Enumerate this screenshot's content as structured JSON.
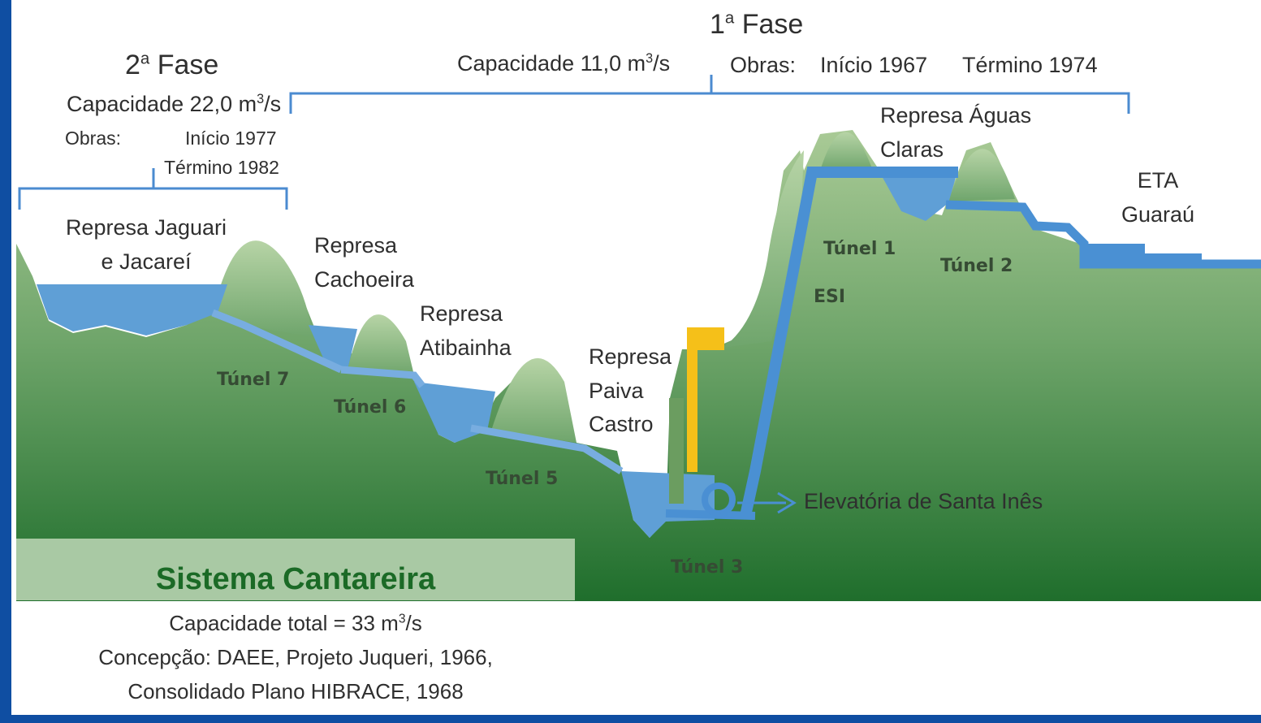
{
  "phase2": {
    "title_num": "2",
    "title_sup": "a",
    "title_word": "Fase",
    "capacity_text": "Capacidade 22,0 m",
    "capacity_exp": "3",
    "capacity_unit": "/s",
    "works_label": "Obras:",
    "start": "Início 1977",
    "end": "Término 1982"
  },
  "phase1": {
    "title_num": "1",
    "title_sup": "a",
    "title_word": "Fase",
    "capacity_text": "Capacidade 11,0 m",
    "capacity_exp": "3",
    "capacity_unit": "/s",
    "works_label": "Obras:",
    "start": "Início 1967",
    "end": "Término 1974"
  },
  "reservoirs": {
    "jaguari_line1": "Represa Jaguari",
    "jaguari_line2": "e Jacareí",
    "cachoeira_line1": "Represa",
    "cachoeira_line2": "Cachoeira",
    "atibainha_line1": "Represa",
    "atibainha_line2": "Atibainha",
    "paiva_line1": "Represa",
    "paiva_line2": "Paiva",
    "paiva_line3": "Castro",
    "aguas_line1": "Represa Águas",
    "aguas_line2": "Claras",
    "eta_line1": "ETA",
    "eta_line2": "Guaraú"
  },
  "tunnels": {
    "t1": "Túnel 1",
    "t2": "Túnel 2",
    "t3": "Túnel 3",
    "t5": "Túnel 5",
    "t6": "Túnel 6",
    "t7": "Túnel 7",
    "esi": "ESI"
  },
  "pump_station": "Elevatória de Santa Inês",
  "summary": {
    "title": "Sistema Cantareira",
    "capacity_text": "Capacidade total = 33 m",
    "capacity_exp": "3",
    "capacity_unit": "/s",
    "line2": "Concepção: DAEE, Projeto Juqueri, 1966,",
    "line3": "Consolidado Plano HIBRACE, 1968"
  },
  "colors": {
    "frame": "#0f4ea2",
    "water": "#5f9fd6",
    "tube": "#4a90d3",
    "ground_light": "#a7c895",
    "ground_dark": "#1f6e2c",
    "bracket": "#4b8bd0",
    "tower": "#f5c019",
    "title_green": "#1b6a26"
  },
  "icons": [
    "pump-icon",
    "arrow-right-icon"
  ]
}
